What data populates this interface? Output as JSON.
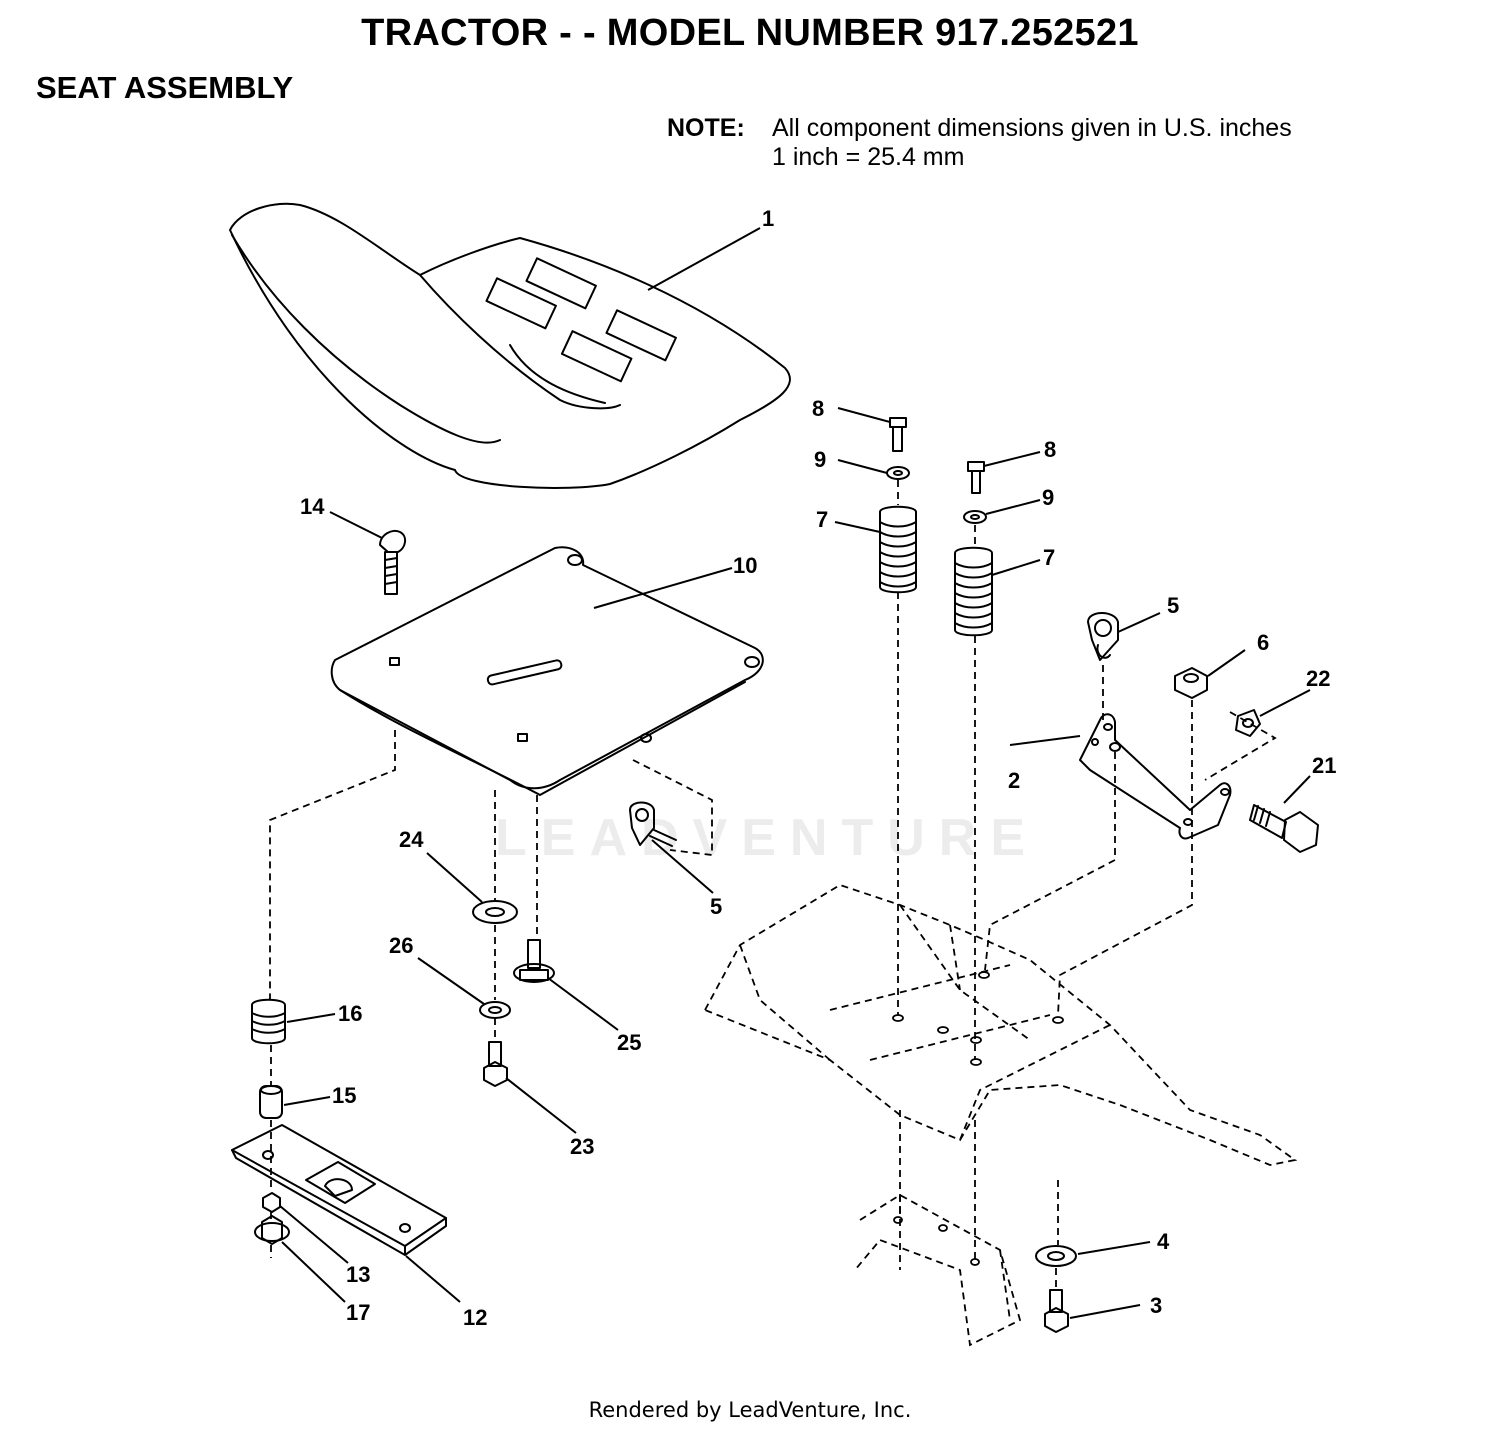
{
  "header": {
    "title": "TRACTOR - - MODEL NUMBER 917.252521",
    "section": "SEAT ASSEMBLY"
  },
  "note": {
    "label": "NOTE:",
    "line1": "All component dimensions given in U.S. inches",
    "line2": "1 inch = 25.4 mm"
  },
  "watermark": "LEADVENTURE",
  "callouts": {
    "c1": "1",
    "c2": "2",
    "c3": "3",
    "c4": "4",
    "c5a": "5",
    "c5b": "5",
    "c6": "6",
    "c7a": "7",
    "c7b": "7",
    "c8a": "8",
    "c8b": "8",
    "c9a": "9",
    "c9b": "9",
    "c10": "10",
    "c12": "12",
    "c13": "13",
    "c14": "14",
    "c15": "15",
    "c16": "16",
    "c17": "17",
    "c21": "21",
    "c22": "22",
    "c23": "23",
    "c24": "24",
    "c25": "25",
    "c26": "26"
  },
  "footer": "Rendered by LeadVenture, Inc."
}
